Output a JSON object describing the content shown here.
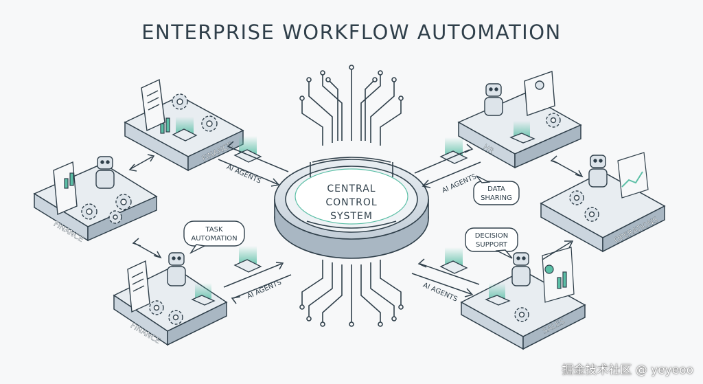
{
  "title": "ENTERPRISE WORKFLOW AUTOMATION",
  "center": {
    "lines": [
      "CENTRAL",
      "CONTROL",
      "SYSTEM"
    ]
  },
  "platforms": {
    "finance_top": "FINANCE",
    "finance_mid": "FINANCE",
    "finance_bottom": "FINANCE",
    "hr": "HR",
    "operations": "OPERATIONS",
    "sales": "SALES"
  },
  "connector_labels": {
    "top_left": "AI AGENTS",
    "bottom_left": "AI AGENTS",
    "top_right": "AI AGENTS",
    "bottom_right": "AI AGENTS"
  },
  "bubbles": {
    "task": [
      "TASK",
      "AUTOMATION"
    ],
    "data": [
      "DATA",
      "SHARING"
    ],
    "decision": [
      "DECISION",
      "SUPPORT"
    ]
  },
  "watermark": "掘金技术社区 @ yeyeoo",
  "colors": {
    "ink": "#2f3f4a",
    "teal": "#5bbfa6",
    "slate": "#cbd5de",
    "slate_dark": "#a9b7c3",
    "background": "#f7f8f9"
  }
}
